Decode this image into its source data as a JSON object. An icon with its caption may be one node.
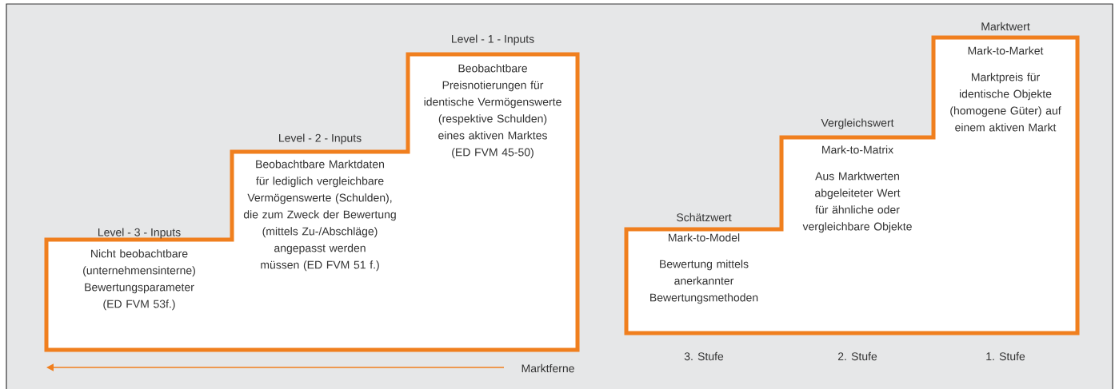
{
  "diagram": {
    "nodes": [
      {
        "text": [],
        "shape": "staircase"
      },
      {
        "text": [
          "Level - 3 - Inputs",
          "Nicht beobachtbare (unternehmensinterne) Bewertungsparameter (ED FVM 53f.)"
        ],
        "in": 0
      },
      {
        "text": [
          "Level - 2 - Inputs",
          "Beobachtbare Marktdaten für lediglich vergleichbare Vermögenswerte (Schulden), die zum Zweck der Bewertung (mittels Zu-/Abschläge) angepasst werden müssen (ED FVM 51 f.)"
        ],
        "in": 0
      },
      {
        "text": [
          "Level - 1 - Inputs",
          "Beobachtbare Preisnotierungen für identische Vermögenswerte (respektive Schulden) eines aktiven Marktes (ED FVM 45-50)"
        ],
        "in": 0
      },
      {
        "text": [],
        "shape": "staircase"
      },
      {
        "text": [
          "Schätzwert",
          "Mark-to-Model",
          "Bewertung mittels anerkannter Bewertungsmethoden"
        ],
        "in": 4,
        "beside": [
          "3. Stufe"
        ]
      },
      {
        "text": [
          "Vergleichswert",
          "Mark-to-Matrix",
          "Aus Marktwerten abgeleiteter Wert für ähnliche oder vergleichbare Objekte"
        ],
        "in": 4,
        "beside": [
          "2. Stufe"
        ]
      },
      {
        "text": [
          "Marktwert",
          "Mark-to-Market",
          "Marktpreis für identische Objekte (homogene Güter) auf einem aktiven Markt"
        ],
        "in": 4,
        "beside": [
          "1. Stufe"
        ]
      }
    ],
    "labels": [
      "Marktferne"
    ]
  }
}
